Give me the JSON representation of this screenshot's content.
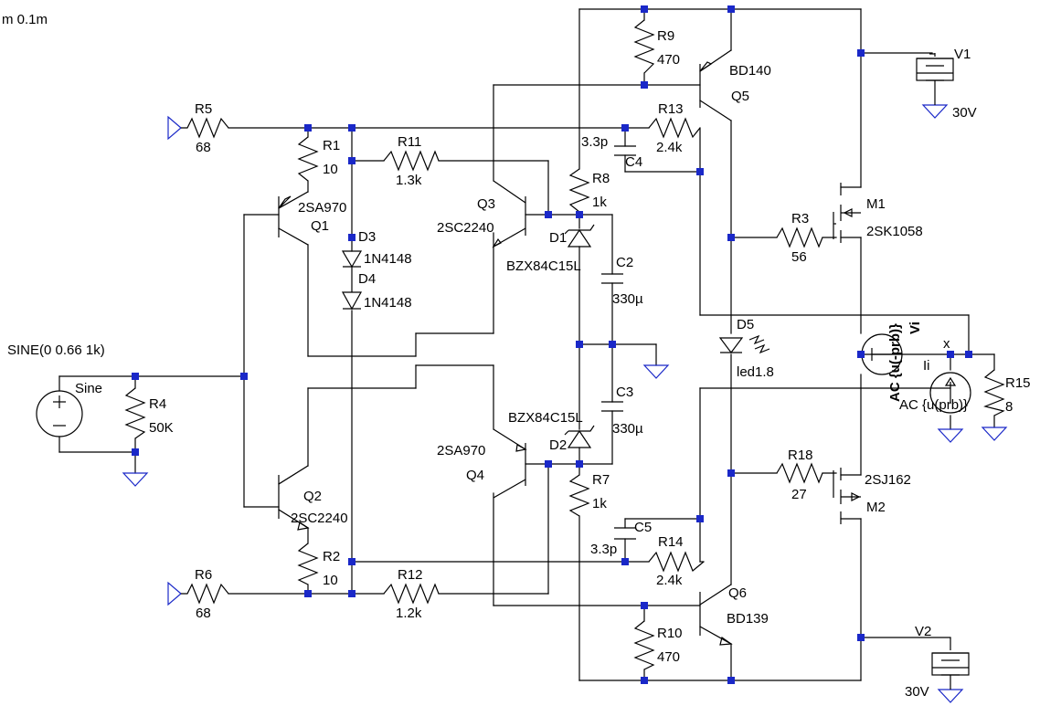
{
  "directive": "m 0.1m",
  "source": {
    "value": "SINE(0 0.66 1k)",
    "name": "Sine"
  },
  "resistors": {
    "R1": {
      "name": "R1",
      "value": "10"
    },
    "R2": {
      "name": "R2",
      "value": "10"
    },
    "R3": {
      "name": "R3",
      "value": "56"
    },
    "R4": {
      "name": "R4",
      "value": "50K"
    },
    "R5": {
      "name": "R5",
      "value": "68"
    },
    "R6": {
      "name": "R6",
      "value": "68"
    },
    "R7": {
      "name": "R7",
      "value": "1k"
    },
    "R8": {
      "name": "R8",
      "value": "1k"
    },
    "R9": {
      "name": "R9",
      "value": "470"
    },
    "R10": {
      "name": "R10",
      "value": "470"
    },
    "R11": {
      "name": "R11",
      "value": "1.3k"
    },
    "R12": {
      "name": "R12",
      "value": "1.2k"
    },
    "R13": {
      "name": "R13",
      "value": "2.4k"
    },
    "R14": {
      "name": "R14",
      "value": "2.4k"
    },
    "R15": {
      "name": "R15",
      "value": "8"
    },
    "R18": {
      "name": "R18",
      "value": "27"
    }
  },
  "capacitors": {
    "C2": {
      "name": "C2",
      "value": "330µ"
    },
    "C3": {
      "name": "C3",
      "value": "330µ"
    },
    "C4": {
      "name": "C4",
      "value": "3.3p"
    },
    "C5": {
      "name": "C5",
      "value": "3.3p"
    }
  },
  "transistors": {
    "Q1": {
      "name": "Q1",
      "model": "2SA970"
    },
    "Q2": {
      "name": "Q2",
      "model": "2SC2240"
    },
    "Q3": {
      "name": "Q3",
      "model": "2SC2240"
    },
    "Q4": {
      "name": "Q4",
      "model": "2SA970"
    },
    "Q5": {
      "name": "Q5",
      "model": "BD140"
    },
    "Q6": {
      "name": "Q6",
      "model": "BD139"
    },
    "M1": {
      "name": "M1",
      "model": "2SK1058"
    },
    "M2": {
      "name": "M2",
      "model": "2SJ162"
    }
  },
  "diodes": {
    "D1": {
      "name": "D1",
      "model": "BZX84C15L"
    },
    "D2": {
      "name": "D2",
      "model": "BZX84C15L"
    },
    "D3": {
      "name": "D3",
      "model": "1N4148"
    },
    "D4": {
      "name": "D4",
      "model": "1N4148"
    },
    "D5": {
      "name": "D5",
      "model": "led1.8"
    }
  },
  "supplies": {
    "V1": {
      "name": "V1",
      "value": "30V"
    },
    "V2": {
      "name": "V2",
      "value": "30V"
    }
  },
  "probes": {
    "Vi": {
      "name": "Vi",
      "value": "AC {u(-prb)}"
    },
    "Ii": {
      "name": "Ii",
      "value": "AC {u(prb)}"
    },
    "x": "x"
  }
}
